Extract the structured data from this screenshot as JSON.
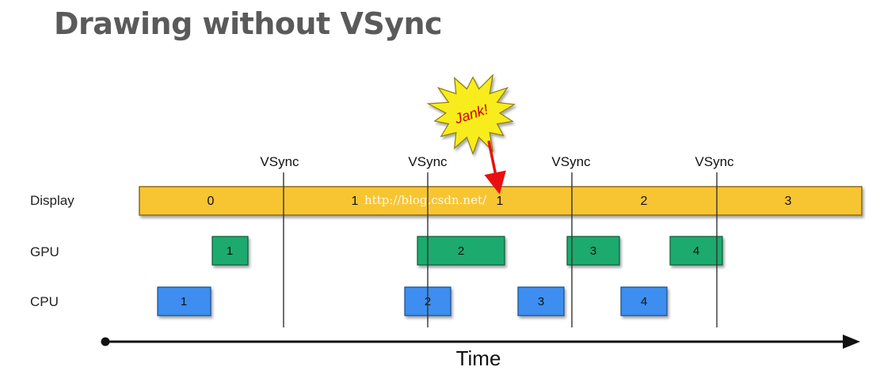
{
  "title": "Drawing without VSync",
  "rows": {
    "display": "Display",
    "gpu": "GPU",
    "cpu": "CPU"
  },
  "vsync": [
    "VSync",
    "VSync",
    "VSync",
    "VSync"
  ],
  "display_segments": [
    "0",
    "1",
    "1",
    "2",
    "3"
  ],
  "gpu_frames": [
    "1",
    "2",
    "3",
    "4"
  ],
  "cpu_frames": [
    "1",
    "2",
    "3",
    "4"
  ],
  "jank": "Jank!",
  "time_axis": "Time",
  "watermark": "http://blog.csdn.net/",
  "colors": {
    "display": "#f7c531",
    "gpu": "#1faa6e",
    "cpu": "#3d8ef0",
    "jank_star": "#f9ec1f",
    "jank_arrow": "#e81010",
    "title": "#5a5a5a"
  }
}
